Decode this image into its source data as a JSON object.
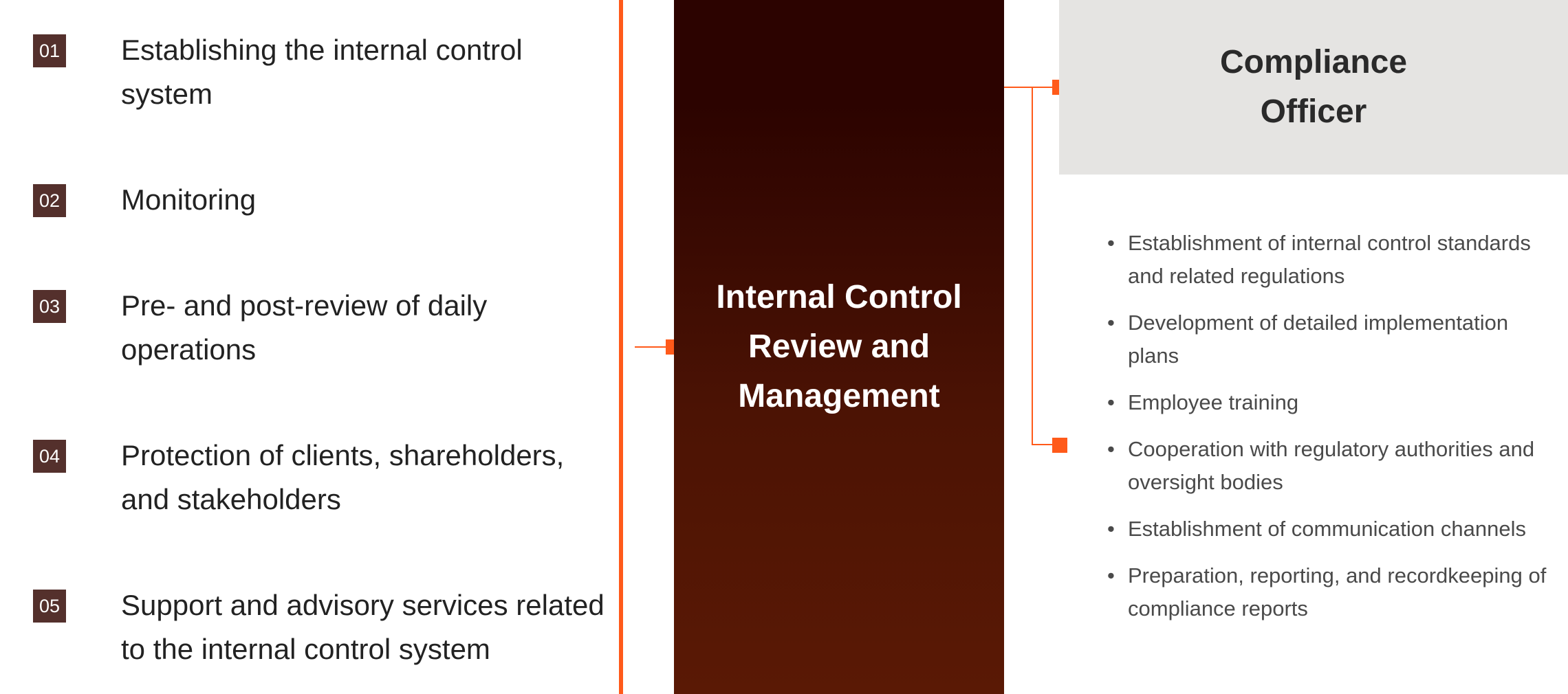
{
  "left_items": [
    {
      "num": "01",
      "label": "Establishing the internal control system"
    },
    {
      "num": "02",
      "label": "Monitoring"
    },
    {
      "num": "03",
      "label": "Pre- and post-review of daily operations"
    },
    {
      "num": "04",
      "label": "Protection of clients, shareholders, and stakeholders"
    },
    {
      "num": "05",
      "label": "Support and advisory services related to the internal control system"
    }
  ],
  "center": {
    "title": "Internal Control Review and Management"
  },
  "officer": {
    "title": "Compliance Officer"
  },
  "duties": [
    "Establishment of internal control standards and related regulations",
    "Development of detailed implementation plans",
    "Employee training",
    "Cooperation with regulatory authorities and oversight bodies",
    "Establishment of communication channels",
    "Preparation, reporting, and recordkeeping of compliance reports"
  ],
  "bullet_glyph": "•",
  "colors": {
    "accent": "#ff5a1a",
    "number_badge": "#54302c",
    "panel_dark": "#2c0300",
    "panel_light": "#5a1905",
    "officer_bg": "#e5e4e2"
  }
}
